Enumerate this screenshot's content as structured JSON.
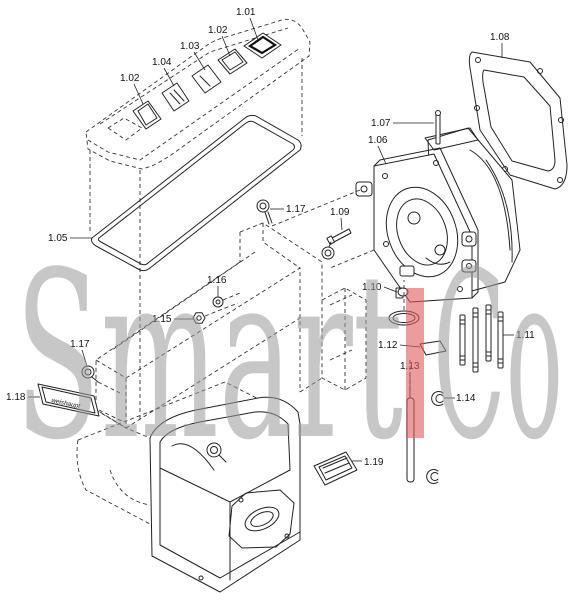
{
  "callouts": [
    "1.01",
    "1.02",
    "1.03",
    "1.04",
    "1.02",
    "1.08",
    "1.07",
    "1.06",
    "1.17",
    "1.09",
    "1.05",
    "1.16",
    "1.10",
    "1.15",
    "1.11",
    "1.12",
    "1.17",
    "1.13",
    "1.18",
    "1.14",
    "1.19"
  ],
  "nameplate_text": "weishaupt",
  "watermark": {
    "left": "Smart",
    "right": "Co"
  },
  "colors": {
    "line": "#222222",
    "background": "#ffffff",
    "watermark": "#9a9a9a",
    "watermark_accent": "#e05a5a"
  }
}
